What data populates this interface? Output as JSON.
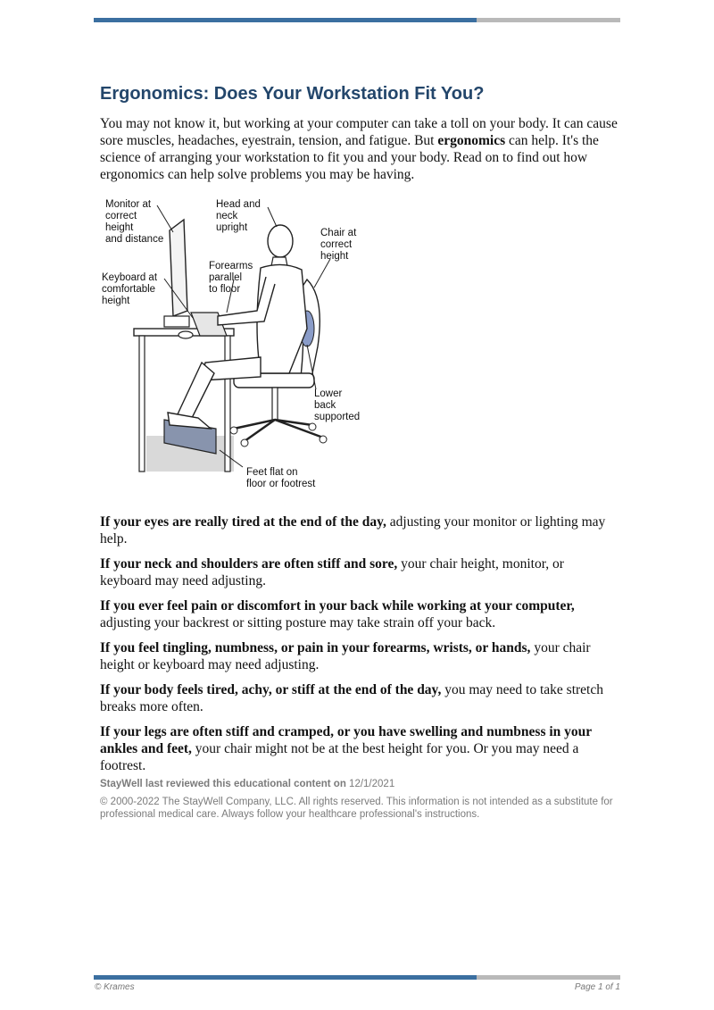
{
  "title": "Ergonomics: Does Your Workstation Fit You?",
  "intro": {
    "before": "You may not know it, but working at your computer can take a toll on your body. It can cause sore muscles, headaches, eyestrain, tension, and fatigue. But ",
    "bold": "ergonomics",
    "after": " can help. It's the science of arranging your workstation to fit you and your body. Read on to find out how ergonomics can help solve problems you may be having."
  },
  "figure_labels": {
    "monitor": [
      "Monitor at",
      "correct",
      "height",
      "and distance"
    ],
    "head": [
      "Head and",
      "neck",
      "upright"
    ],
    "chair": [
      "Chair at",
      "correct",
      "height"
    ],
    "forearms": [
      "Forearms",
      "parallel",
      "to floor"
    ],
    "keyboard": [
      "Keyboard at",
      "comfortable",
      "height"
    ],
    "back": [
      "Lower",
      "back",
      "supported"
    ],
    "feet": [
      "Feet flat on",
      "floor or footrest"
    ]
  },
  "tips": [
    {
      "bold": "If your eyes are really tired at the end of the day,",
      "text": " adjusting your monitor or lighting may help."
    },
    {
      "bold": "If your neck and shoulders are often stiff and sore,",
      "text": " your chair height, monitor, or keyboard may need adjusting."
    },
    {
      "bold": "If you ever feel pain or discomfort in your back while working at your computer,",
      "text": " adjusting your backrest or sitting posture may take strain off your back."
    },
    {
      "bold": "If you feel tingling, numbness, or pain in your forearms, wrists, or hands,",
      "text": " your chair height or keyboard may need adjusting."
    },
    {
      "bold": "If your body feels tired, achy, or stiff at the end of the day,",
      "text": " you may need to take stretch breaks more often."
    },
    {
      "bold": "If your legs are often stiff and cramped, or you have swelling and numbness in your ankles and feet,",
      "text": " your chair might not be at the best height for you. Or you may need a footrest."
    }
  ],
  "review": {
    "bold": "StayWell last reviewed this educational content on",
    "date": " 12/1/2021"
  },
  "copyright": "© 2000-2022 The StayWell Company, LLC. All rights reserved. This information is not intended as a substitute for professional medical care. Always follow your healthcare professional's instructions.",
  "footer": {
    "left": "© Krames",
    "right": "Page 1 of 1"
  },
  "colors": {
    "accent_blue": "#3b6fa0",
    "bar_gray": "#b9b9b9",
    "title": "#23466b",
    "muted": "#7b7b7b",
    "back_support": "#8a9cc8"
  }
}
